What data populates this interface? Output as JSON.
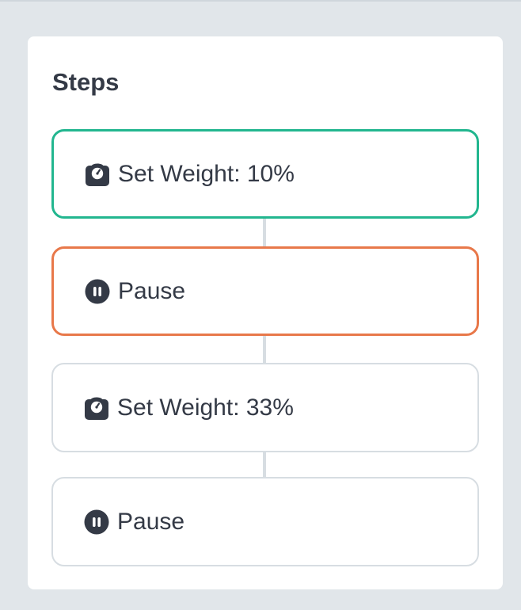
{
  "panel": {
    "title": "Steps"
  },
  "steps": [
    {
      "icon": "scale-weight-icon",
      "label": "Set Weight: 10%",
      "state": "complete",
      "color": "#22b68f"
    },
    {
      "icon": "pause-icon",
      "label": "Pause",
      "state": "current",
      "color": "#e8784a"
    },
    {
      "icon": "scale-weight-icon",
      "label": "Set Weight: 33%",
      "state": "pending",
      "color": "#d7dde2"
    },
    {
      "icon": "pause-icon",
      "label": "Pause",
      "state": "pending",
      "color": "#d7dde2"
    }
  ],
  "colors": {
    "complete": "#22b68f",
    "current": "#e8784a",
    "pending": "#d7dde2",
    "text": "#343a46"
  }
}
